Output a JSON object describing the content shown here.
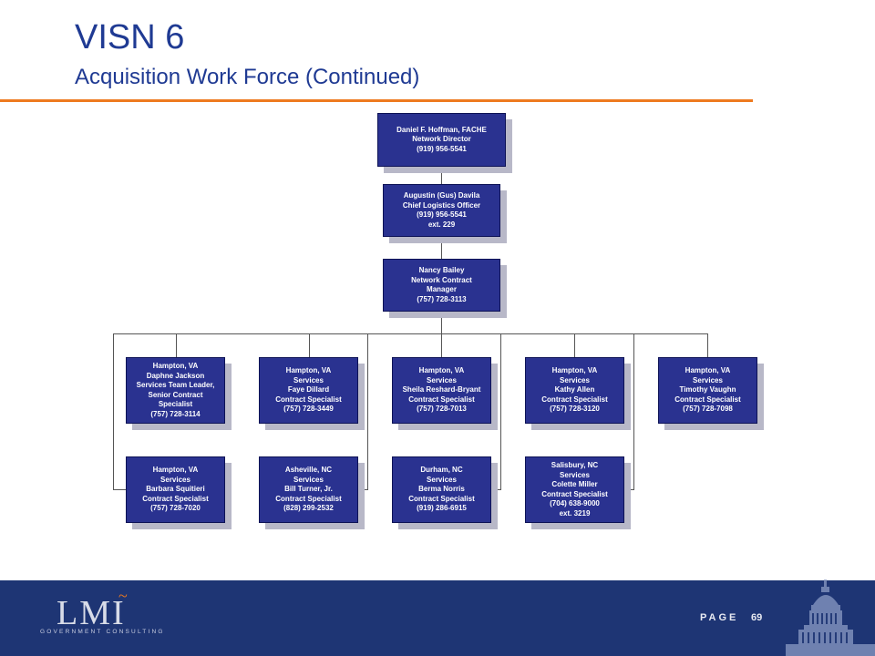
{
  "header": {
    "title": "VISN 6",
    "subtitle": "Acquisition Work Force (Continued)"
  },
  "colors": {
    "accent": "#ee7a1f",
    "box": "#2a3290",
    "title": "#1f3a93",
    "footer": "#1e3574"
  },
  "org": {
    "director": [
      "Daniel F. Hoffman, FACHE",
      "Network Director",
      "(919) 956-5541"
    ],
    "clo": [
      "Augustin (Gus) Davila",
      "Chief Logistics Officer",
      "(919) 956-5541",
      "ext. 229"
    ],
    "manager": [
      "Nancy Bailey",
      "Network Contract",
      "Manager",
      "(757) 728-3113"
    ],
    "row1": [
      [
        "Hampton, VA",
        "Daphne Jackson",
        "Services Team Leader,",
        "Senior Contract",
        "Specialist",
        "(757) 728-3114"
      ],
      [
        "Hampton, VA",
        "Services",
        "Faye Dillard",
        "Contract Specialist",
        "(757) 728-3449"
      ],
      [
        "Hampton, VA",
        "Services",
        "Sheila Reshard-Bryant",
        "Contract Specialist",
        "(757) 728-7013"
      ],
      [
        "Hampton, VA",
        "Services",
        "Kathy Allen",
        "Contract Specialist",
        "(757) 728-3120"
      ],
      [
        "Hampton, VA",
        "Services",
        "Timothy Vaughn",
        "Contract Specialist",
        "(757) 728-7098"
      ]
    ],
    "row2": [
      [
        "Hampton, VA",
        "Services",
        "Barbara Squitieri",
        "Contract Specialist",
        "(757) 728-7020"
      ],
      [
        "Asheville, NC",
        "Services",
        "Bill Turner, Jr.",
        "Contract Specialist",
        "(828) 299-2532"
      ],
      [
        "Durham, NC",
        "Services",
        "Berma Norris",
        "Contract Specialist",
        "(919) 286-6915"
      ],
      [
        "Salisbury, NC",
        "Services",
        "Colette Miller",
        "Contract Specialist",
        "(704) 638-9000",
        "ext. 3219"
      ]
    ]
  },
  "footer": {
    "logo": "LMI",
    "logo_tilde": "~",
    "logo_sub": "GOVERNMENT CONSULTING",
    "page_label": "PAGE",
    "page_number": "69"
  }
}
